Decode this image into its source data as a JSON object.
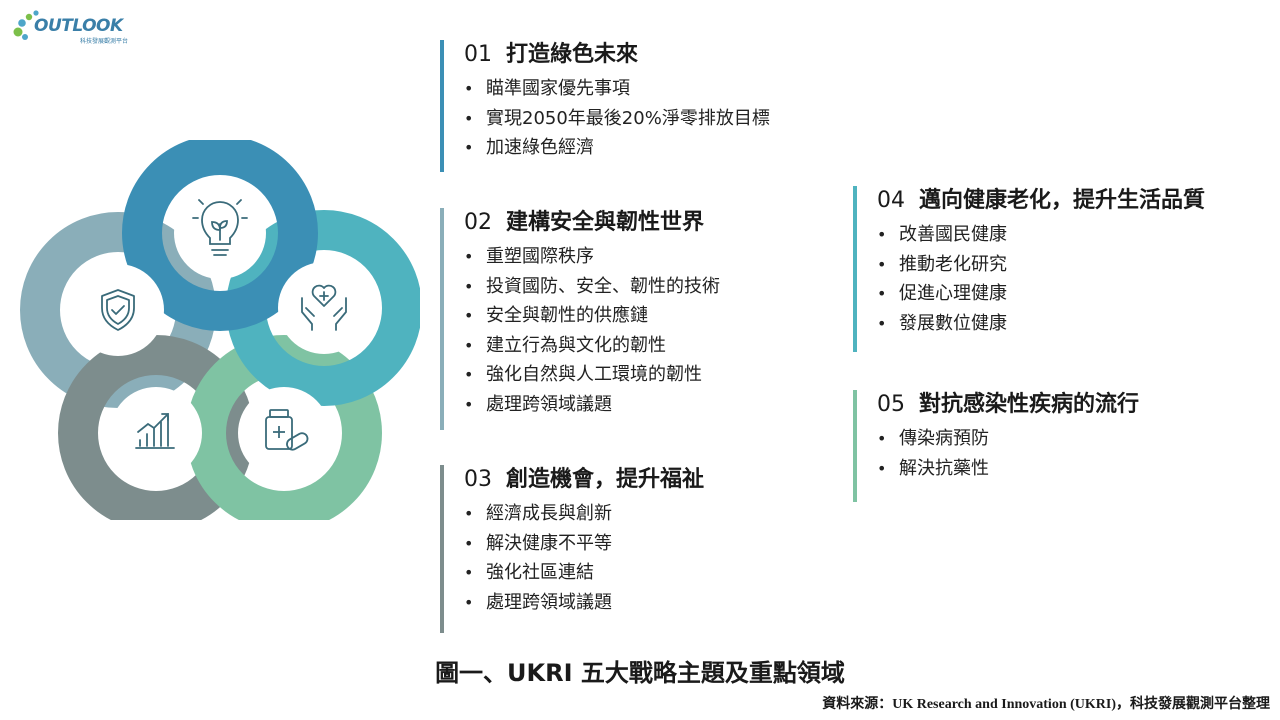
{
  "logo": {
    "wordmark": "OUTLOOK",
    "subtitle": "科技發展觀測平台"
  },
  "colors": {
    "theme1": "#3b8fb5",
    "theme2": "#4fb3bf",
    "theme3": "#7fc3a3",
    "theme4": "#7d8d8d",
    "theme5": "#8aaeb9"
  },
  "diagram_icons": [
    "lightbulb-plant-icon",
    "health-hands-heart-icon",
    "medicine-bottle-pills-icon",
    "growth-chart-icon",
    "shield-check-icon"
  ],
  "sections": [
    {
      "num": "01",
      "title": "打造綠色未來",
      "items": [
        "瞄準國家優先事項",
        "實現2050年最後20%淨零排放目標",
        "加速綠色經濟"
      ]
    },
    {
      "num": "02",
      "title": "建構安全與韌性世界",
      "items": [
        "重塑國際秩序",
        "投資國防、安全、韌性的技術",
        "安全與韌性的供應鏈",
        "建立行為與文化的韌性",
        "強化自然與人工環境的韌性",
        "處理跨領域議題"
      ]
    },
    {
      "num": "03",
      "title": "創造機會，提升福祉",
      "items": [
        "經濟成長與創新",
        "解決健康不平等",
        "強化社區連結",
        "處理跨領域議題"
      ]
    },
    {
      "num": "04",
      "title": "邁向健康老化，提升生活品質",
      "items": [
        "改善國民健康",
        "推動老化研究",
        "促進心理健康",
        "發展數位健康"
      ]
    },
    {
      "num": "05",
      "title": "對抗感染性疾病的流行",
      "items": [
        "傳染病預防",
        "解決抗藥性"
      ]
    }
  ],
  "caption": "圖一、UKRI 五大戰略主題及重點領域",
  "source": "資料來源：UK Research and Innovation (UKRI)，科技發展觀測平台整理"
}
